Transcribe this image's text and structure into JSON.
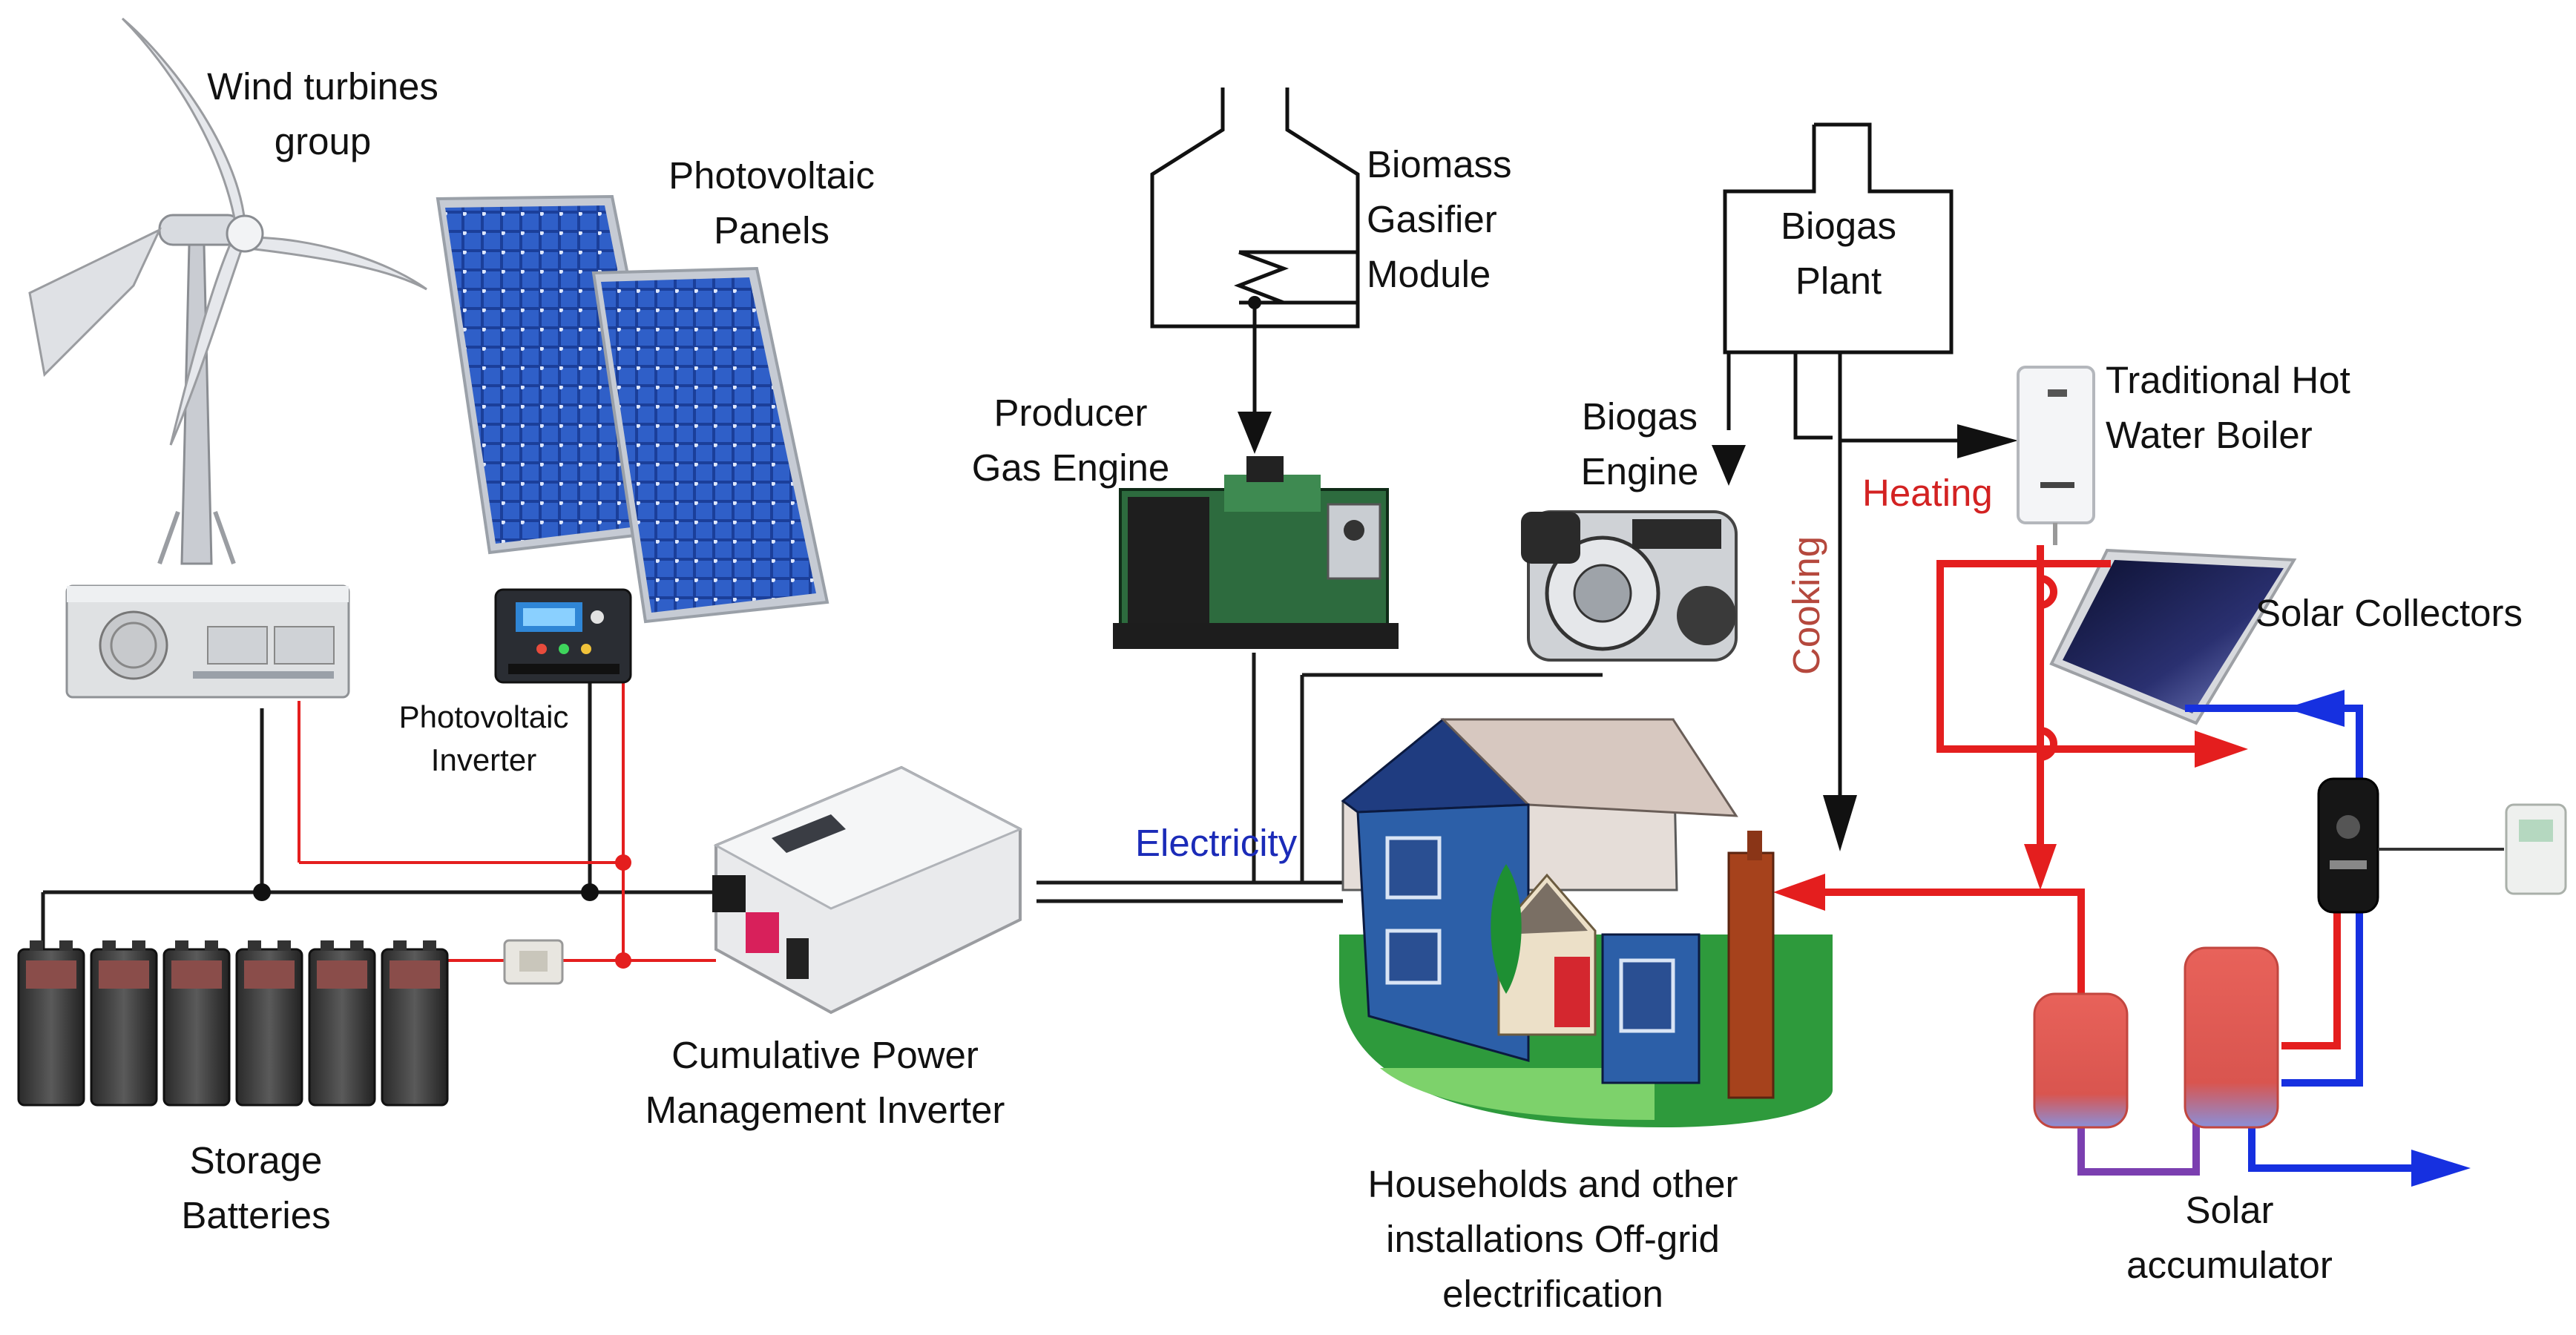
{
  "labels": {
    "wind_turbines": [
      "Wind turbines",
      "group"
    ],
    "pv_panels": [
      "Photovoltaic",
      "Panels"
    ],
    "pv_inverter": [
      "Photovoltaic",
      "Inverter"
    ],
    "storage_batteries": [
      "Storage",
      "Batteries"
    ],
    "cumulative_inverter": [
      "Cumulative Power",
      "Management Inverter"
    ],
    "biomass_gasifier": [
      "Biomass",
      "Gasifier",
      "Module"
    ],
    "producer_gas_engine": [
      "Producer",
      "Gas Engine"
    ],
    "biogas_plant": [
      "Biogas",
      "Plant"
    ],
    "biogas_engine": [
      "Biogas",
      "Engine"
    ],
    "hot_water_boiler": [
      "Traditional Hot",
      "Water Boiler"
    ],
    "heating": "Heating",
    "cooking": "Cooking",
    "electricity": "Electricity",
    "solar_collectors": "Solar Collectors",
    "households": [
      "Households and other",
      "installations Off-grid",
      "electrification"
    ],
    "solar_accumulator": [
      "Solar",
      "accumulator"
    ]
  },
  "colors": {
    "line_dark": "#1a1a1a",
    "hot_water": "#e41e1e",
    "cold_water": "#1630e0",
    "mixed_water": "#7b3fb0",
    "heating_text": "#d32222",
    "electricity_text": "#1b2bb8",
    "cooking_text": "#b5483d"
  },
  "icons": [
    "wind-turbine-icon",
    "solar-panel-icon",
    "charge-controller-icon",
    "battery-icon",
    "inverter-icon",
    "gasifier-icon",
    "generator-icon",
    "biogas-plant-icon",
    "gas-engine-icon",
    "water-boiler-icon",
    "solar-collector-icon",
    "house-icon",
    "storage-tank-icon",
    "thermostat-icon"
  ]
}
